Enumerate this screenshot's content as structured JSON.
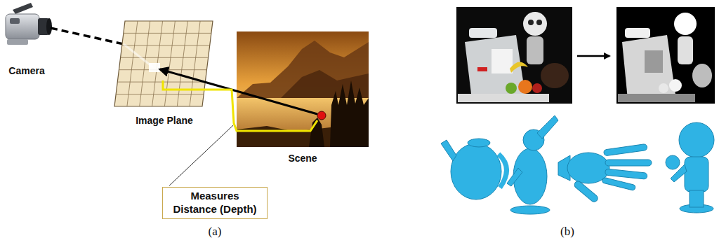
{
  "diagram": {
    "nodes": [
      {
        "text": [
          "Measures Distance (Depth)"
        ]
      }
    ],
    "labels": [
      "Camera",
      "Image Plane",
      "Scene",
      "(a)",
      "(b)"
    ]
  }
}
